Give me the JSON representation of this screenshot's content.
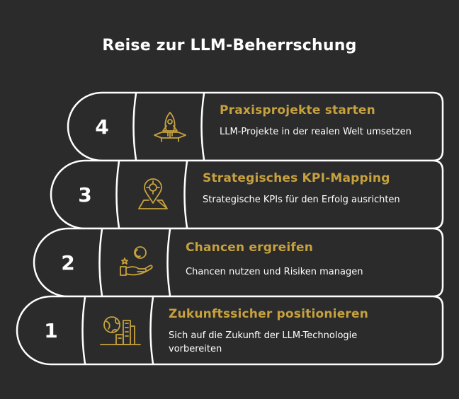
{
  "title": "Reise zur LLM-Beherrschung",
  "colors": {
    "background": "#2b2b2b",
    "outline": "#ffffff",
    "accent": "#c6a13e",
    "text": "#ffffff"
  },
  "steps": [
    {
      "number": "4",
      "icon": "rocket-icon",
      "title": "Praxisprojekte starten",
      "description": "LLM-Projekte in der realen Welt umsetzen"
    },
    {
      "number": "3",
      "icon": "map-pin-icon",
      "title": "Strategisches KPI-Mapping",
      "description": "Strategische KPIs für den Erfolg ausrichten"
    },
    {
      "number": "2",
      "icon": "hand-coin-icon",
      "title": "Chancen ergreifen",
      "description": "Chancen nutzen und Risiken managen"
    },
    {
      "number": "1",
      "icon": "globe-building-icon",
      "title": "Zukunftssicher positionieren",
      "description": "Sich auf die Zukunft der LLM-Technologie vorbereiten"
    }
  ]
}
